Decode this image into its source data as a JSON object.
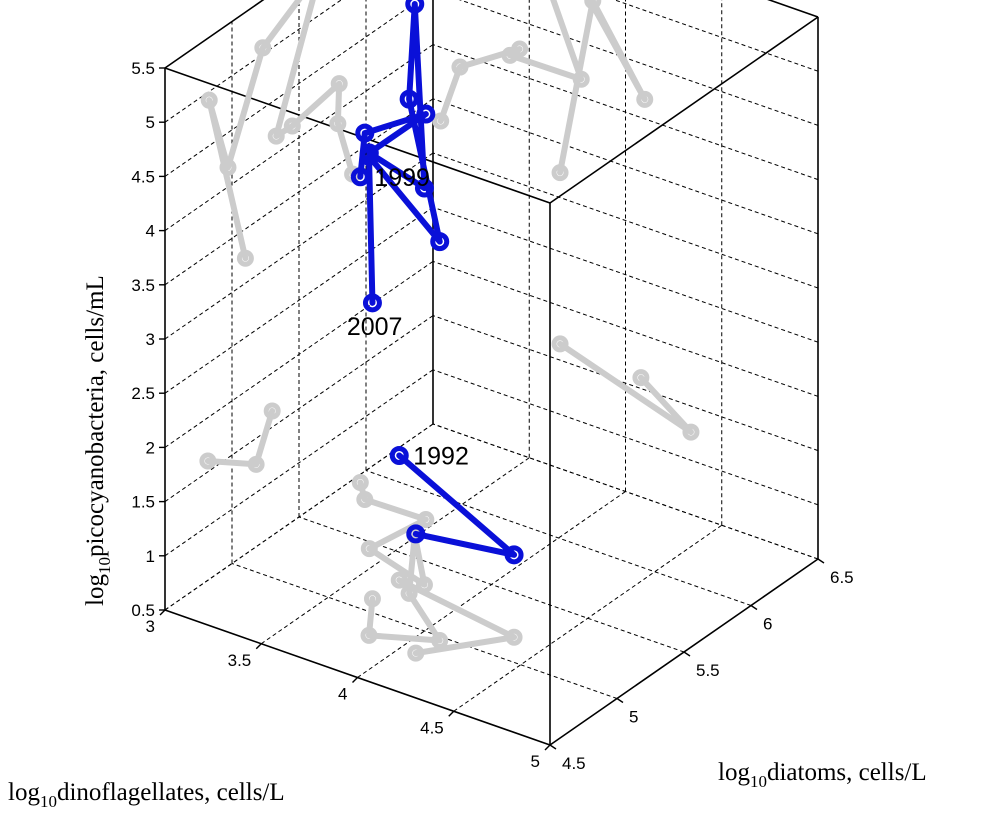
{
  "chart_data": {
    "type": "line",
    "subtype": "3d-trajectory-with-projections",
    "title": "",
    "axes": {
      "x": {
        "label_prefix": "log",
        "label_sub": "10",
        "label_suffix": "dinoflagellates, cells/L",
        "range": [
          3,
          5
        ],
        "reversed": true,
        "ticks": [
          "3",
          "3.5",
          "4",
          "4.5",
          "5"
        ]
      },
      "y": {
        "label_prefix": "log",
        "label_sub": "10",
        "label_suffix": "diatoms, cells/L",
        "range": [
          4.5,
          6.5
        ],
        "ticks": [
          "4.5",
          "5",
          "5.5",
          "6",
          "6.5"
        ]
      },
      "z": {
        "label_prefix": "log",
        "label_sub": "10",
        "label_suffix": "picocyanobacteria, cells/mL",
        "range": [
          0.5,
          5.5
        ],
        "ticks": [
          "0.5",
          "1",
          "1.5",
          "2",
          "2.5",
          "3",
          "3.5",
          "4",
          "4.5",
          "5",
          "5.5"
        ]
      }
    },
    "grid": true,
    "box": "open-back",
    "colors": {
      "trajectory": "#0a10d8",
      "projection": "#cccccc"
    },
    "series": [
      {
        "segment": "1992",
        "points": [
          {
            "x": 4.08,
            "y": 4.82,
            "z": 1.6
          },
          {
            "x": 4.34,
            "y": 5.18,
            "z": 1.26
          },
          {
            "x": 3.66,
            "y": 5.3,
            "z": 1.65
          }
        ]
      },
      {
        "segment": "1999-2007",
        "points": [
          {
            "x": 3.04,
            "y": 5.9,
            "z": 3.32
          },
          {
            "x": 3.14,
            "y": 5.79,
            "z": 3.88
          },
          {
            "x": 3.45,
            "y": 5.8,
            "z": 4.24
          },
          {
            "x": 3.4,
            "y": 5.45,
            "z": 4.15
          },
          {
            "x": 3.77,
            "y": 5.33,
            "z": 4.16
          },
          {
            "x": 3.49,
            "y": 5.66,
            "z": 5.4
          },
          {
            "x": 3.76,
            "y": 5.23,
            "z": 5.06
          },
          {
            "x": 4.1,
            "y": 4.97,
            "z": 4.18
          },
          {
            "x": 3.83,
            "y": 4.83,
            "z": 4.92
          },
          {
            "x": 3.66,
            "y": 5.1,
            "z": 3.23
          }
        ]
      }
    ],
    "annotations": [
      {
        "text": "1992",
        "x": 3.66,
        "y": 5.3,
        "z": 1.65
      },
      {
        "text": "1999",
        "x": 3.04,
        "y": 5.9,
        "z": 3.32
      },
      {
        "text": "2007",
        "x": 3.66,
        "y": 5.1,
        "z": 3.23
      }
    ]
  }
}
